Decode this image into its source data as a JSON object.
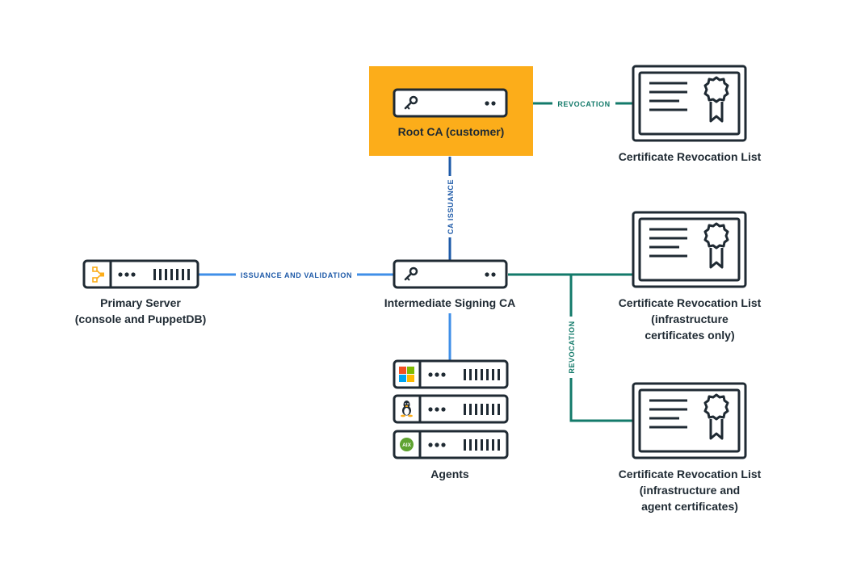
{
  "nodes": {
    "root_ca": "Root CA (customer)",
    "crl_root": "Certificate Revocation List",
    "primary_server": [
      "Primary Server",
      "(console and PuppetDB)"
    ],
    "intermediate_ca": "Intermediate Signing CA",
    "crl_infra": [
      "Certificate Revocation List",
      "(infrastructure",
      "certificates only)"
    ],
    "agents": "Agents",
    "crl_agents": [
      "Certificate Revocation List",
      "(infrastructure and",
      "agent certificates)"
    ],
    "aix_badge": "AIX"
  },
  "edges": {
    "revocation_top": "REVOCATION",
    "ca_issuance": "CA ISSUANCE",
    "issuance_validation": "ISSUANCE AND VALIDATION",
    "revocation_side": "REVOCATION"
  },
  "colors": {
    "root_highlight": "#fcad1a",
    "dark": "#1f2a33",
    "blue_line": "#3f8fe8",
    "navy_line": "#1e5aa8",
    "teal_line": "#137a6a",
    "edge_label_blue": "#1e5aa8",
    "edge_label_teal": "#137a6a"
  },
  "icons": [
    "key-icon",
    "certificate-icon",
    "ribbon-icon",
    "puppet-icon",
    "windows-icon",
    "linux-icon",
    "aix-icon"
  ]
}
